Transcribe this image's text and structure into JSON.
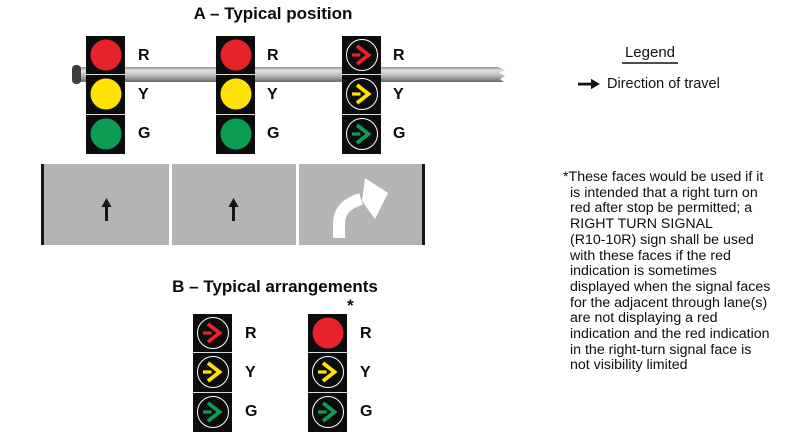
{
  "section_a": {
    "title": "A – Typical position",
    "signal_heads": [
      {
        "lenses": [
          "red-ball",
          "yellow-ball",
          "green-ball"
        ]
      },
      {
        "lenses": [
          "red-ball",
          "yellow-ball",
          "green-ball"
        ]
      },
      {
        "lenses": [
          "red-arrow",
          "yellow-arrow",
          "green-arrow"
        ]
      }
    ],
    "lanes": [
      "straight",
      "straight",
      "right-turn"
    ]
  },
  "section_b": {
    "title": "B – Typical arrangements",
    "signal_heads": [
      {
        "lenses": [
          "red-arrow",
          "yellow-arrow",
          "green-arrow"
        ],
        "note_marker": ""
      },
      {
        "lenses": [
          "red-ball",
          "yellow-arrow",
          "green-arrow"
        ],
        "note_marker": "*"
      }
    ]
  },
  "signal_labels": {
    "red": "R",
    "yellow": "Y",
    "green": "G"
  },
  "legend": {
    "title": "Legend",
    "items": [
      {
        "icon": "direction-of-travel-arrow-icon",
        "label": "Direction of travel"
      }
    ]
  },
  "footnote": {
    "lines": [
      "*These faces would be used if it",
      "is intended that a right turn on",
      "red after stop be permitted; a",
      "RIGHT TURN SIGNAL",
      "(R10-10R) sign shall be used",
      "with these faces if the red",
      "indication is sometimes",
      "displayed when the signal faces",
      "for the adjacent through lane(s)",
      "are not displaying a red",
      "indication and the red indication",
      "in the right-turn signal face is",
      "not visibility limited"
    ]
  },
  "icons": {
    "straight_lane": "straight-arrow-icon",
    "turn_lane": "right-turn-arrow-icon",
    "legend_arrow": "direction-of-travel-arrow-icon"
  },
  "colors": {
    "signal_red": "#e8222a",
    "signal_yellow": "#ffe205",
    "signal_green": "#0c9c53",
    "signal_housing": "#0c0c0c",
    "lens_ring_white": "#ffffff",
    "lane_gray": "#b4b4b4",
    "road_marking_white": "#ffffff",
    "road_edge_black": "#171717",
    "pole_gray": "#bdbdbd"
  }
}
